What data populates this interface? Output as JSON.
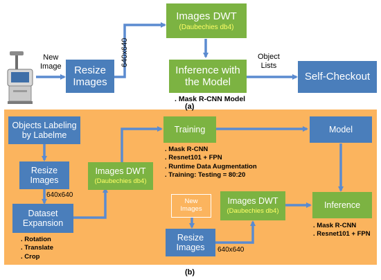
{
  "panel_a": {
    "new_image": "New\nImage",
    "resize": "Resize\nImages",
    "size_label": "640x640",
    "dwt_title": "Images DWT",
    "dwt_sub": "(Daubechies db4)",
    "inference": "Inference with\nthe Model",
    "model_note": ". Mask R-CNN Model",
    "object_lists": "Object\nLists",
    "self_checkout": "Self-Checkout",
    "caption": "(a)"
  },
  "panel_b": {
    "labeling": "Objects Labeling\nby Labelme",
    "resize1": "Resize\nImages",
    "size1": "640x640",
    "expansion": "Dataset\nExpansion",
    "expansion_notes": [
      ". Rotation",
      ". Translate",
      ". Crop"
    ],
    "dwt1_title": "Images DWT",
    "dwt1_sub": "(Daubechies db4)",
    "training": "Training",
    "training_notes": [
      ". Mask R-CNN",
      ". Resnet101 + FPN",
      ". Runtime Data Augmentation",
      ". Training: Testing = 80:20"
    ],
    "model": "Model",
    "new_images": "New\nImages",
    "resize2": "Resize\nImages",
    "size2": "640x640",
    "dwt2_title": "Images DWT",
    "dwt2_sub": "(Daubechies db4)",
    "inference": "Inference",
    "inference_notes": [
      ". Mask R-CNN",
      ". Resnet101 + FPN"
    ],
    "caption": "(b)"
  },
  "colors": {
    "blue_box": "#4a7ebb",
    "green_box": "#7cb342",
    "orange_panel": "#fbb45e",
    "arrow": "#5b8bd0",
    "subtitle": "#ffff66"
  }
}
